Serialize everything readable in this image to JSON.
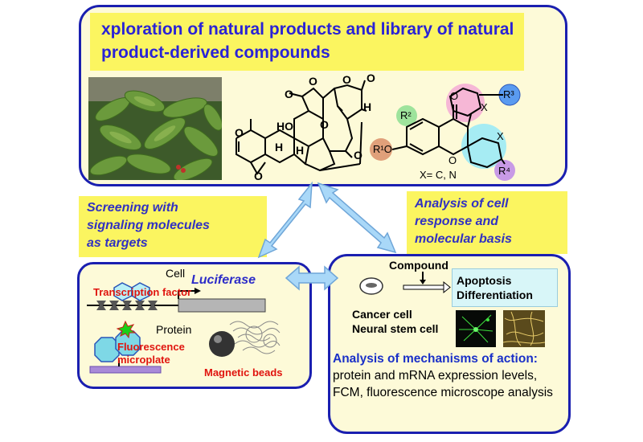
{
  "title": "xploration of natural products and library of natural product-derived compounds",
  "labels": {
    "screening": "Screening with\nsignaling molecules\nas targets",
    "analysis": "Analysis of cell\nresponse and\nmolecular basis"
  },
  "structure_flavone": {
    "r1o": "R¹O",
    "r2": "R²",
    "r3": "R³",
    "r4": "R⁴",
    "x1": "X",
    "x2": "X",
    "o": "O",
    "o_ring": "O",
    "x_note": "X= C, N"
  },
  "structure_terpenoid": {
    "ho": "HO",
    "h1": "H",
    "h2": "H",
    "h3": "H",
    "o_labels": [
      "O",
      "O",
      "O",
      "O",
      "O",
      "O",
      "O",
      "O"
    ]
  },
  "assay": {
    "cell": "Cell",
    "transcription_factor": "Transcription factor",
    "luciferase": "Luciferase",
    "protein": "Protein",
    "fluorescence": "Fluorescence\nmicroplate",
    "magnetic_beads": "Magnetic beads"
  },
  "cell_analysis": {
    "compound": "Compound",
    "outcome": "Apoptosis\nDifferentiation",
    "cells": "Cancer cell\nNeural stem cell",
    "mechanism_bold": "Analysis of mechanisms of action:",
    "mechanism_rest": " protein and mRNA expression levels, FCM, fluorescence microscope analysis"
  },
  "colors": {
    "border": "#1a1fb0",
    "panel_fill": "#fdfad8",
    "highlight": "#fbf560",
    "title_text": "#2a23d6",
    "arrow": "#a9d8f8",
    "red_label": "#e0140e"
  }
}
